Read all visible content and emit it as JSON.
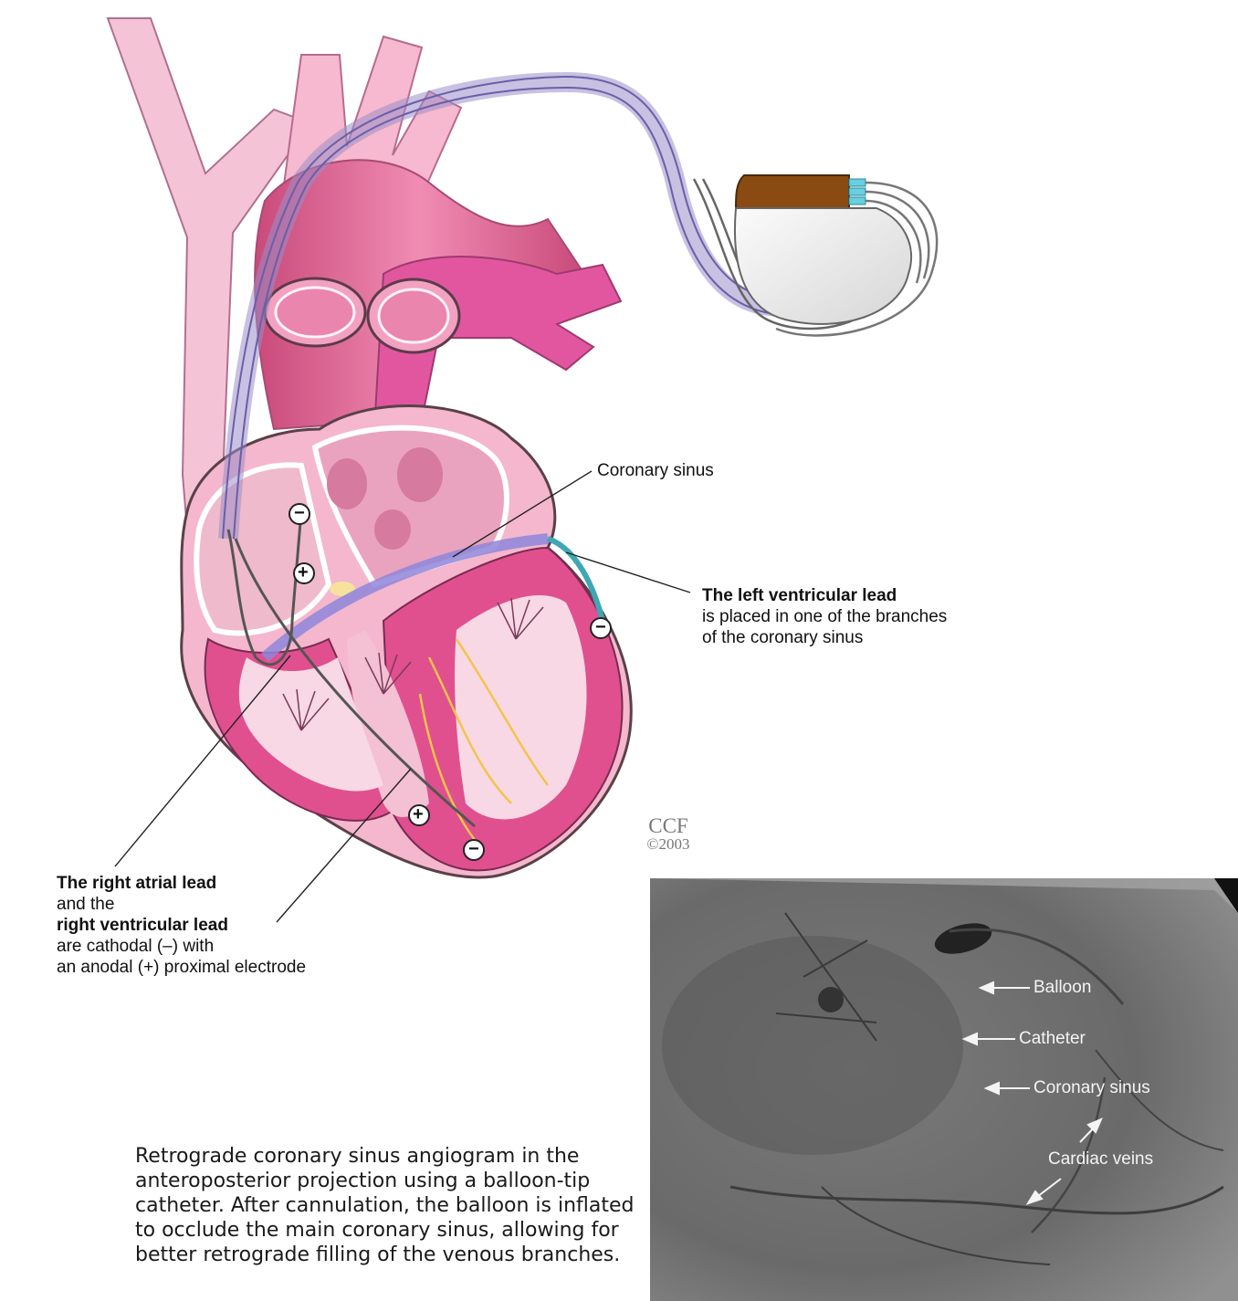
{
  "labels": {
    "coronary_sinus": "Coronary sinus",
    "lv_lead_bold": "The left ventricular lead",
    "lv_lead_line2": "is placed in one of the branches",
    "lv_lead_line3": "of the coronary sinus",
    "ra_lead_bold": "The right atrial lead",
    "and_the": "and the",
    "rv_lead_bold": "right ventricular lead",
    "cathodal_line": "are cathodal (–) with",
    "anodal_line": "an anodal (+) proximal electrode"
  },
  "copyright": {
    "org": "CCF",
    "year": "©2003"
  },
  "xray_labels": {
    "balloon": "Balloon",
    "catheter": "Catheter",
    "coronary_sinus": "Coronary sinus",
    "cardiac_veins": "Cardiac veins"
  },
  "caption_lines": [
    "Retrograde coronary sinus angiogram in the",
    "anteroposterior projection using a balloon-tip",
    "catheter. After cannulation, the balloon is inflated",
    "to occlude the main coronary sinus, allowing for",
    "better retrograde filling of the venous branches."
  ],
  "electrode_symbols": {
    "negative": "−",
    "positive": "+"
  },
  "colors": {
    "myocardium": "#e0508e",
    "heart_light": "#f2a6c5",
    "vessel": "#dd6c96",
    "vein_lead": "#9b8ec9",
    "pacemaker_header": "#8a4b12",
    "pacemaker_can": "#f1f1f1",
    "xray_bg": "#6e6e6e"
  }
}
